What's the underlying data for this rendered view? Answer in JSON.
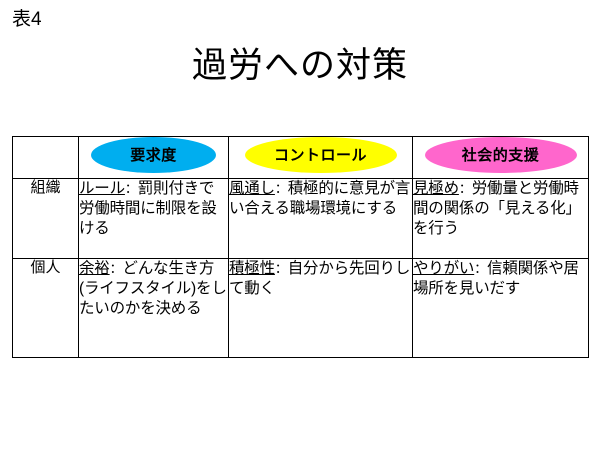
{
  "figure_label": "表4",
  "title": "過労への対策",
  "table": {
    "corner_label": "",
    "columns": [
      {
        "label": "要求度",
        "color": "#00AEEF",
        "shape": "ellipse"
      },
      {
        "label": "コントロール",
        "color": "#FFFF00",
        "shape": "ellipse"
      },
      {
        "label": "社会的支援",
        "color": "#FF66CC",
        "shape": "ellipse"
      }
    ],
    "rows": [
      {
        "label": "組織",
        "cells": [
          {
            "keyword": "ルール",
            "separator": "：",
            "text": "罰則付きで労働時間に制限を設ける"
          },
          {
            "keyword": "風通し",
            "separator": "：",
            "text": "積極的に意見が言い合える職場環境にする"
          },
          {
            "keyword": "見極め",
            "separator": "：",
            "text": "労働量と労働時間の関係の「見える化」を行う"
          }
        ]
      },
      {
        "label": "個人",
        "cells": [
          {
            "keyword": "余裕",
            "separator": "：",
            "text": "どんな生き方(ライフスタイル)をしたいのかを決める"
          },
          {
            "keyword": "積極性",
            "separator": "：",
            "text": "自分から先回りして動く"
          },
          {
            "keyword": "やりがい",
            "separator": "：",
            "text": "信頼関係や居場所を見いだす"
          }
        ]
      }
    ]
  }
}
